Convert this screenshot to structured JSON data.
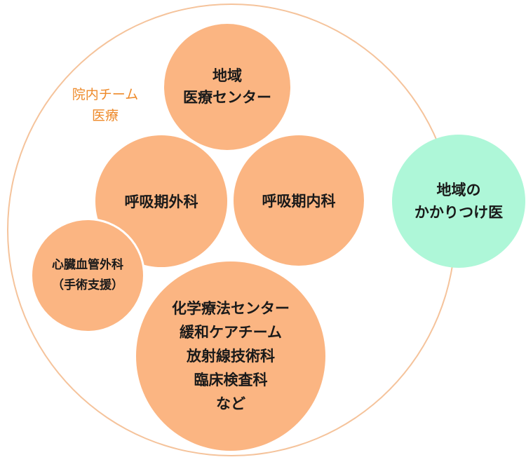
{
  "team_label": "院内チーム\n医療",
  "circles": {
    "community_center": "地域\n医療センター",
    "respiratory_surgery": "呼吸期外科",
    "respiratory_medicine": "呼吸期内科",
    "cardiovascular_surgery": "心臓血管外科\n（手術支援）",
    "support_teams": "化学療法センター\n緩和ケアチーム\n放射線技術科\n臨床検査科\nなど",
    "family_doctor": "地域の\nかかりつけ医"
  },
  "colors": {
    "circle_fill": "#fbb582",
    "outer_border": "#f5c39b",
    "family_doctor_fill": "#aef7d8",
    "team_label": "#ee8a2a"
  }
}
